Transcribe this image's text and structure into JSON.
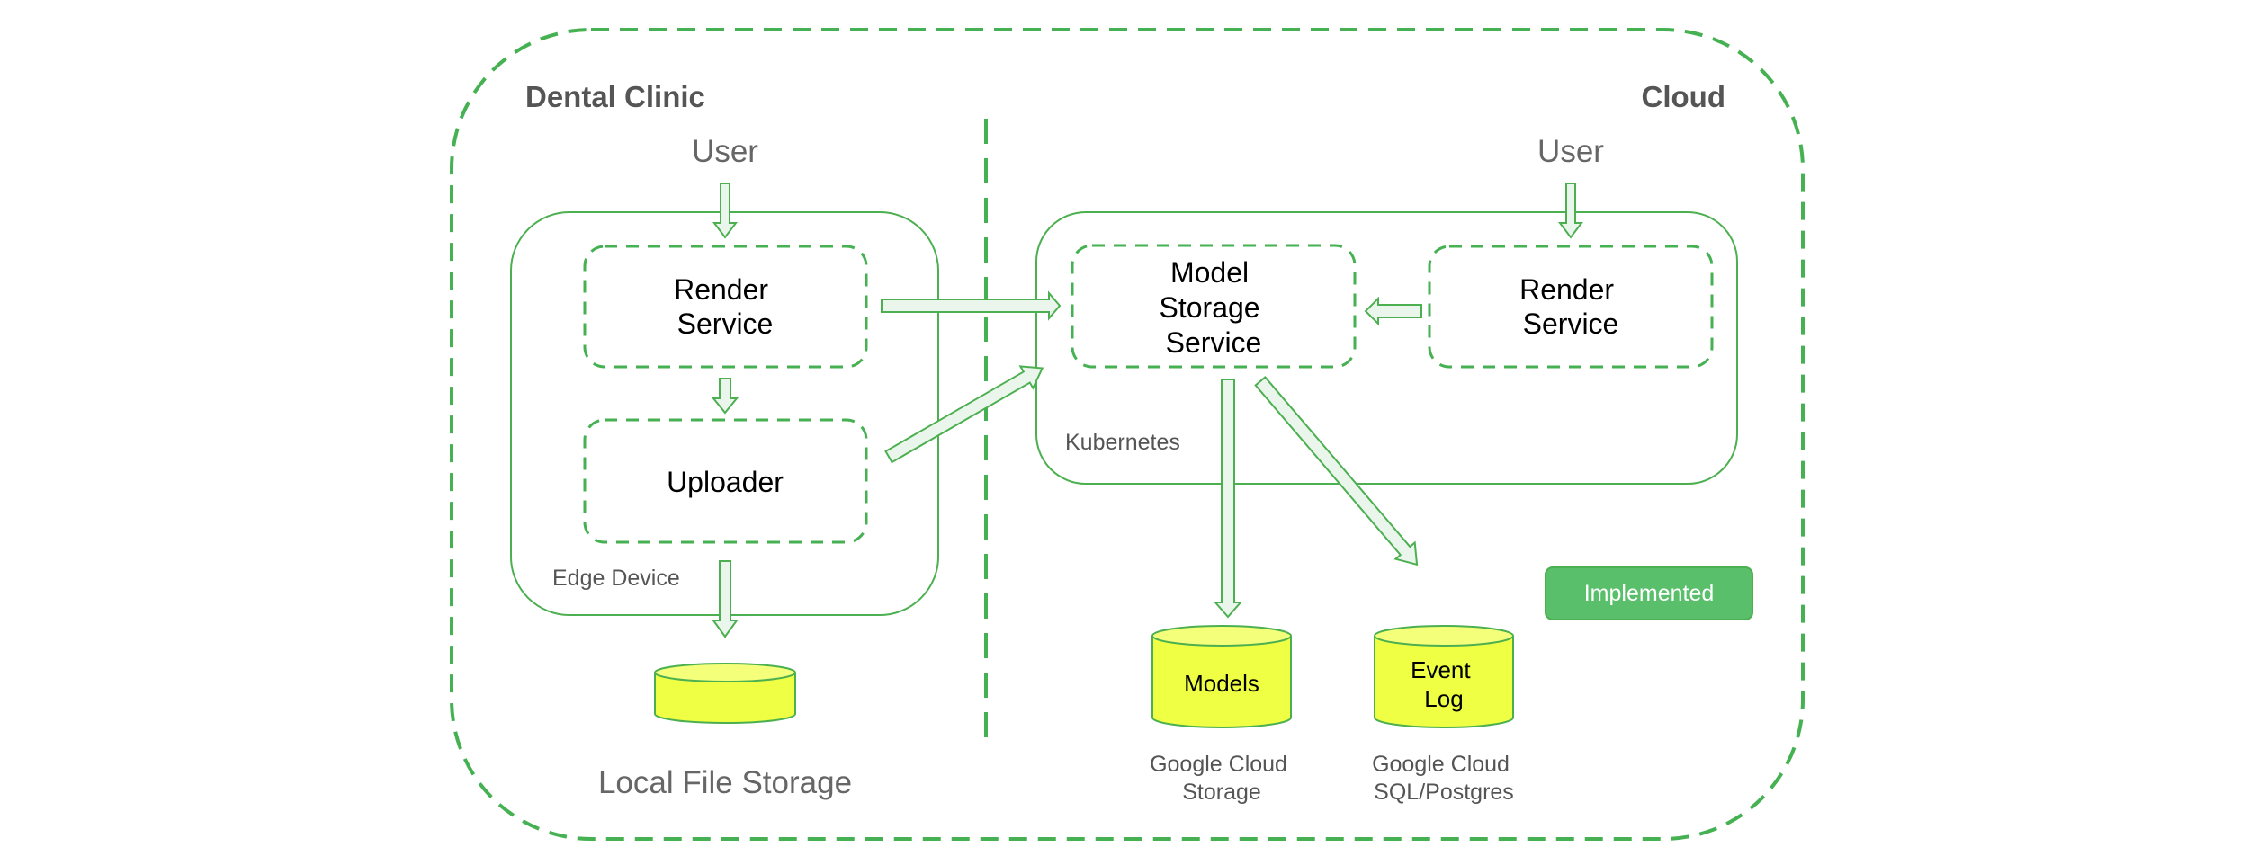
{
  "colors": {
    "green": "#4caf50",
    "green_dashed": "#45b152",
    "legend_fill": "#59bf6a",
    "db_fill": "#eeff44",
    "arrow_fill": "#eaf6ec",
    "text_dark": "#555555"
  },
  "zones": {
    "left_title": "Dental Clinic",
    "right_title": "Cloud"
  },
  "left": {
    "user": "User",
    "render_service": [
      "Render",
      "Service"
    ],
    "uploader": "Uploader",
    "container_label": "Edge Device",
    "storage_caption": "Local File Storage"
  },
  "right": {
    "user": "User",
    "model_storage_service": [
      "Model",
      "Storage",
      "Service"
    ],
    "render_service": [
      "Render",
      "Service"
    ],
    "container_label": "Kubernetes",
    "db_models": "Models",
    "db_event_log": [
      "Event",
      "Log"
    ],
    "db_models_caption": [
      "Google Cloud",
      "Storage"
    ],
    "db_event_log_caption": [
      "Google Cloud",
      "SQL/Postgres"
    ]
  },
  "legend": {
    "implemented": "Implemented"
  }
}
